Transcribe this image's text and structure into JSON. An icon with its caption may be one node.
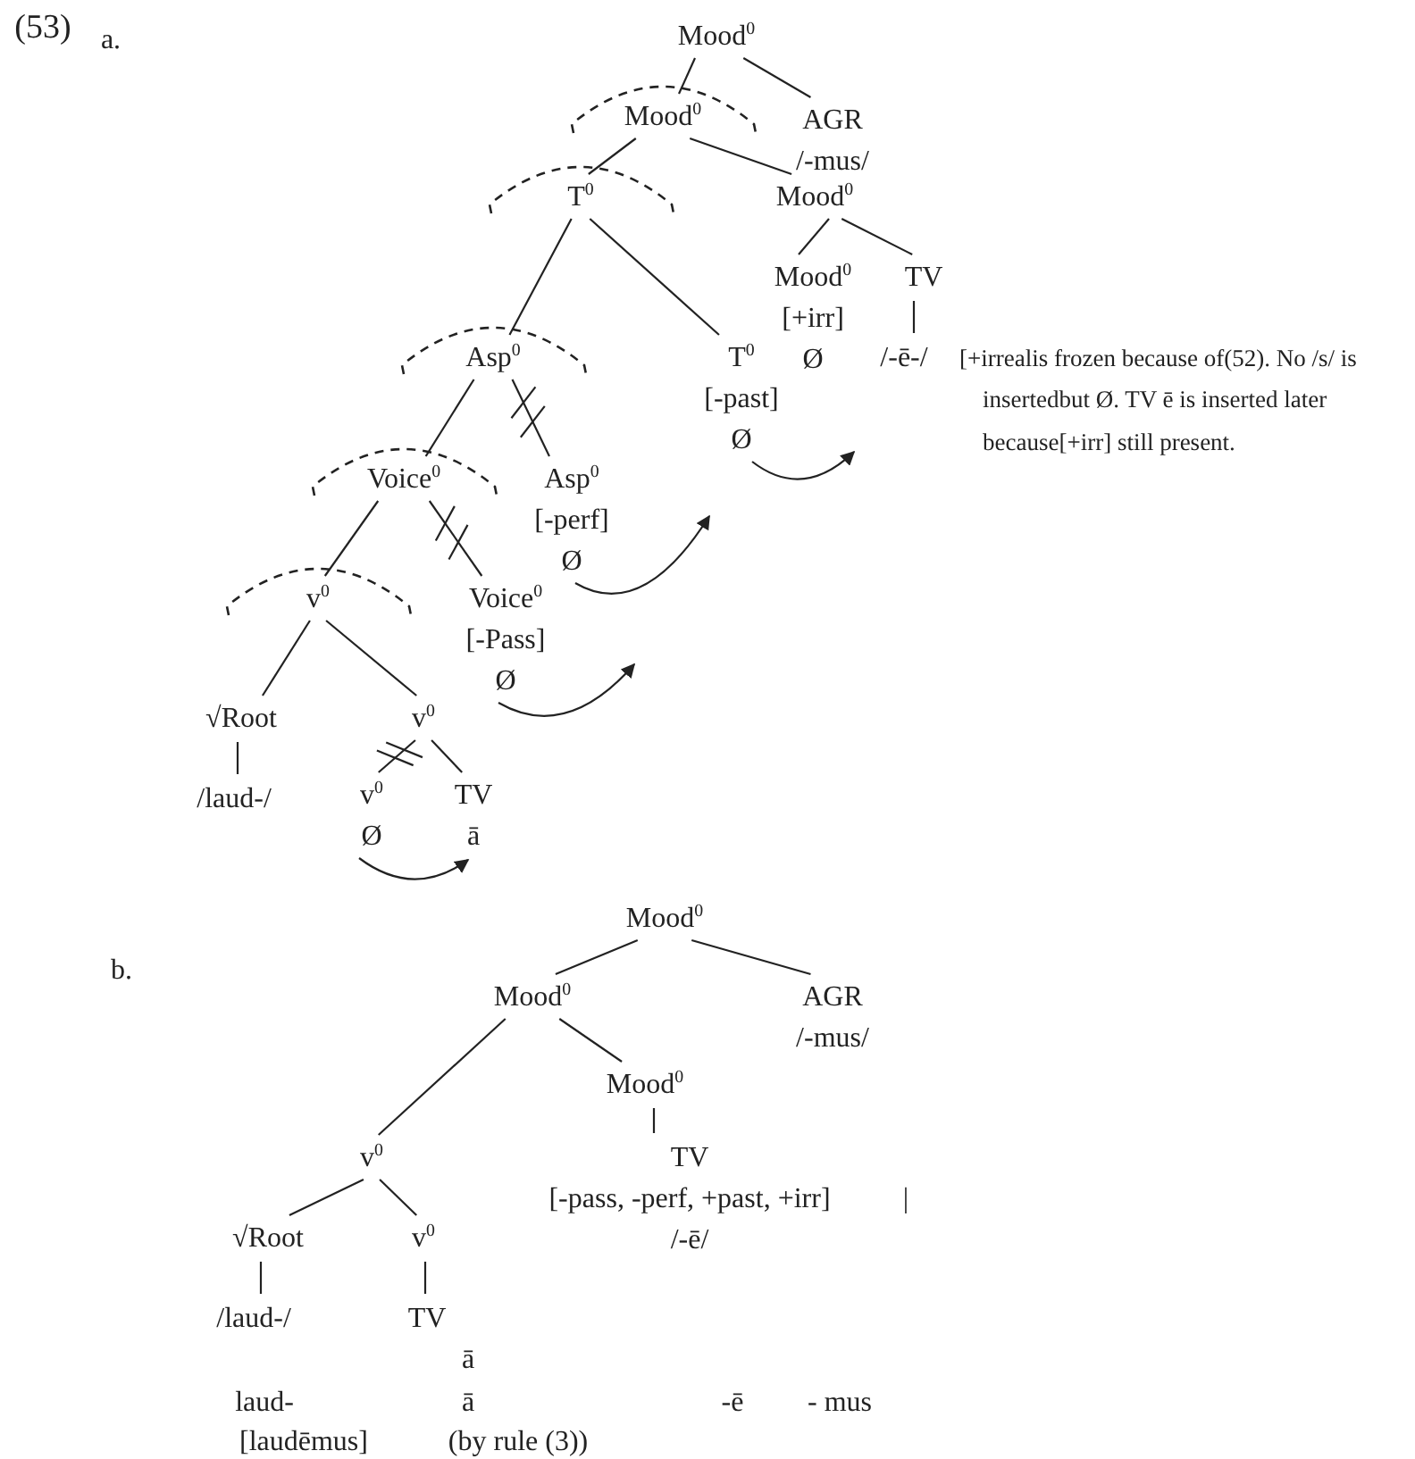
{
  "diagram": {
    "nodes": [
      {
        "text": [
          "Mood$^{0}$"
        ]
      },
      {
        "text": [
          "Mood$^{0}$"
        ]
      },
      {
        "text": [
          "AGR",
          "/-mus/"
        ]
      },
      {
        "text": [
          "T$^{0}$"
        ]
      },
      {
        "text": [
          "Mood$^{0}$"
        ]
      },
      {
        "text": [
          "Mood$^{0}$",
          "[+irr]",
          "Ø"
        ]
      },
      {
        "text": [
          "TV"
        ]
      },
      {
        "text": [
          "/-ē-/"
        ]
      },
      {
        "text": [
          "Asp$^{0}$"
        ]
      },
      {
        "text": [
          "T$^{0}$",
          "[-past]",
          "Ø"
        ]
      },
      {
        "text": [
          "Voice$^{0}$"
        ]
      },
      {
        "text": [
          "Asp$^{0}$",
          "[-perf]",
          "Ø"
        ]
      },
      {
        "text": [
          "v$^{0}$"
        ]
      },
      {
        "text": [
          "Voice$^{0}$",
          "[-Pass]",
          "Ø"
        ]
      },
      {
        "text": [
          "√Root"
        ]
      },
      {
        "text": [
          "v$^{0}$"
        ]
      },
      {
        "text": [
          "/laud-/"
        ]
      },
      {
        "text": [
          "v$^{0}$",
          "Ø"
        ]
      },
      {
        "text": [
          "TV",
          "ā"
        ]
      },
      {
        "text": [
          "Mood$^{0}$"
        ]
      },
      {
        "text": [
          "Mood$^{0}$"
        ]
      },
      {
        "text": [
          "AGR",
          "/-mus/"
        ]
      },
      {
        "text": [
          "Mood$^{0}$"
        ]
      },
      {
        "text": [
          "v$^{0}$"
        ]
      },
      {
        "text": [
          "TV",
          "[-pass, -perf, +past, +irr]",
          "/-ē/"
        ]
      },
      {
        "text": [
          "√Root"
        ]
      },
      {
        "text": [
          "v$^{0}$"
        ]
      },
      {
        "text": [
          "/laud-/"
        ]
      },
      {
        "text": [
          "TV"
        ]
      }
    ],
    "edges": [
      {
        "from": 0,
        "to": 1,
        "arrow": "none"
      },
      {
        "from": 0,
        "to": 2,
        "arrow": "none"
      },
      {
        "from": 1,
        "to": 3,
        "arrow": "none"
      },
      {
        "from": 1,
        "to": 4,
        "arrow": "none"
      },
      {
        "from": 4,
        "to": 5,
        "arrow": "none"
      },
      {
        "from": 4,
        "to": 6,
        "arrow": "none"
      },
      {
        "from": 6,
        "to": 7,
        "arrow": "none"
      },
      {
        "from": 3,
        "to": 8,
        "arrow": "none"
      },
      {
        "from": 3,
        "to": 9,
        "arrow": "none"
      },
      {
        "from": 8,
        "to": 10,
        "arrow": "none"
      },
      {
        "from": 8,
        "to": 11,
        "arrow": "none"
      },
      {
        "from": 10,
        "to": 12,
        "arrow": "none"
      },
      {
        "from": 10,
        "to": 13,
        "arrow": "none"
      },
      {
        "from": 12,
        "to": 14,
        "arrow": "none"
      },
      {
        "from": 12,
        "to": 15,
        "arrow": "none"
      },
      {
        "from": 14,
        "to": 16,
        "arrow": "none"
      },
      {
        "from": 15,
        "to": 17,
        "arrow": "none"
      },
      {
        "from": 15,
        "to": 18,
        "arrow": "none"
      },
      {
        "from": 17,
        "to": 18,
        "arrow": "to"
      },
      {
        "from": 13,
        "to": null,
        "arrow": "to"
      },
      {
        "from": 11,
        "to": null,
        "arrow": "to"
      },
      {
        "from": 9,
        "to": null,
        "arrow": "to"
      },
      {
        "from": 19,
        "to": 20,
        "arrow": "none"
      },
      {
        "from": 19,
        "to": 21,
        "arrow": "none"
      },
      {
        "from": 20,
        "to": 23,
        "arrow": "none"
      },
      {
        "from": 20,
        "to": 22,
        "arrow": "none"
      },
      {
        "from": 22,
        "to": 24,
        "arrow": "none"
      },
      {
        "from": 23,
        "to": 25,
        "arrow": "none"
      },
      {
        "from": 23,
        "to": 26,
        "arrow": "none"
      },
      {
        "from": 25,
        "to": 27,
        "arrow": "none"
      },
      {
        "from": 26,
        "to": 28,
        "arrow": "none"
      }
    ],
    "labels": [
      "(53)",
      "a.",
      "[+irrealis frozen because of(52). No /s/ is insertedbut Ø. TV ē is inserted later because[+irr] still present.",
      "b.",
      "|",
      "ā",
      "laud-",
      "ā",
      "-ē",
      "- mus",
      "[laudēmus]",
      "(by rule (3))"
    ]
  }
}
